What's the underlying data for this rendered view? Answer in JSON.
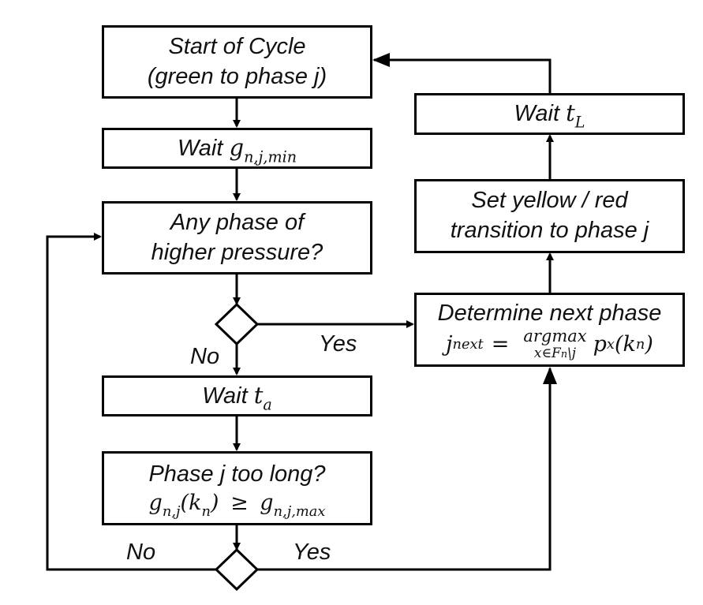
{
  "boxes": {
    "start": {
      "line1": "Start of Cycle",
      "line2": "(green to phase j)"
    },
    "wait_gmin": {
      "prefix": "Wait ",
      "sym": "g",
      "sub": "n,j,min"
    },
    "any_phase": {
      "line1": "Any phase of",
      "line2": "higher pressure?"
    },
    "wait_ta": {
      "prefix": "Wait ",
      "sym": "t",
      "sub": "a"
    },
    "too_long": {
      "line1": "Phase j too long?",
      "g1": "g",
      "g1_sub": "n,j",
      "paren_open": "(",
      "k": "k",
      "k_sub": "n",
      "paren_close": ")",
      "op": "≥",
      "g2": "g",
      "g2_sub": "n,j,max"
    },
    "next_phase": {
      "line1": "Determine next phase",
      "j": "j",
      "j_sub": "next",
      "eq": "=",
      "argmax": "argmax",
      "argmax_sub": "x∈F",
      "argmax_sub2": "n",
      "argmax_sub3": "\\j",
      "p": "p",
      "p_sub": "x",
      "paren_open": "(",
      "k": "k",
      "k_sub": "n",
      "paren_close": ")"
    },
    "set_transition": {
      "line1": "Set yellow / red",
      "line2": "transition to phase j"
    },
    "wait_tl": {
      "prefix": "Wait ",
      "sym": "t",
      "sub": "L"
    }
  },
  "labels": {
    "no_1": "No",
    "yes_1": "Yes",
    "no_2": "No",
    "yes_2": "Yes"
  }
}
